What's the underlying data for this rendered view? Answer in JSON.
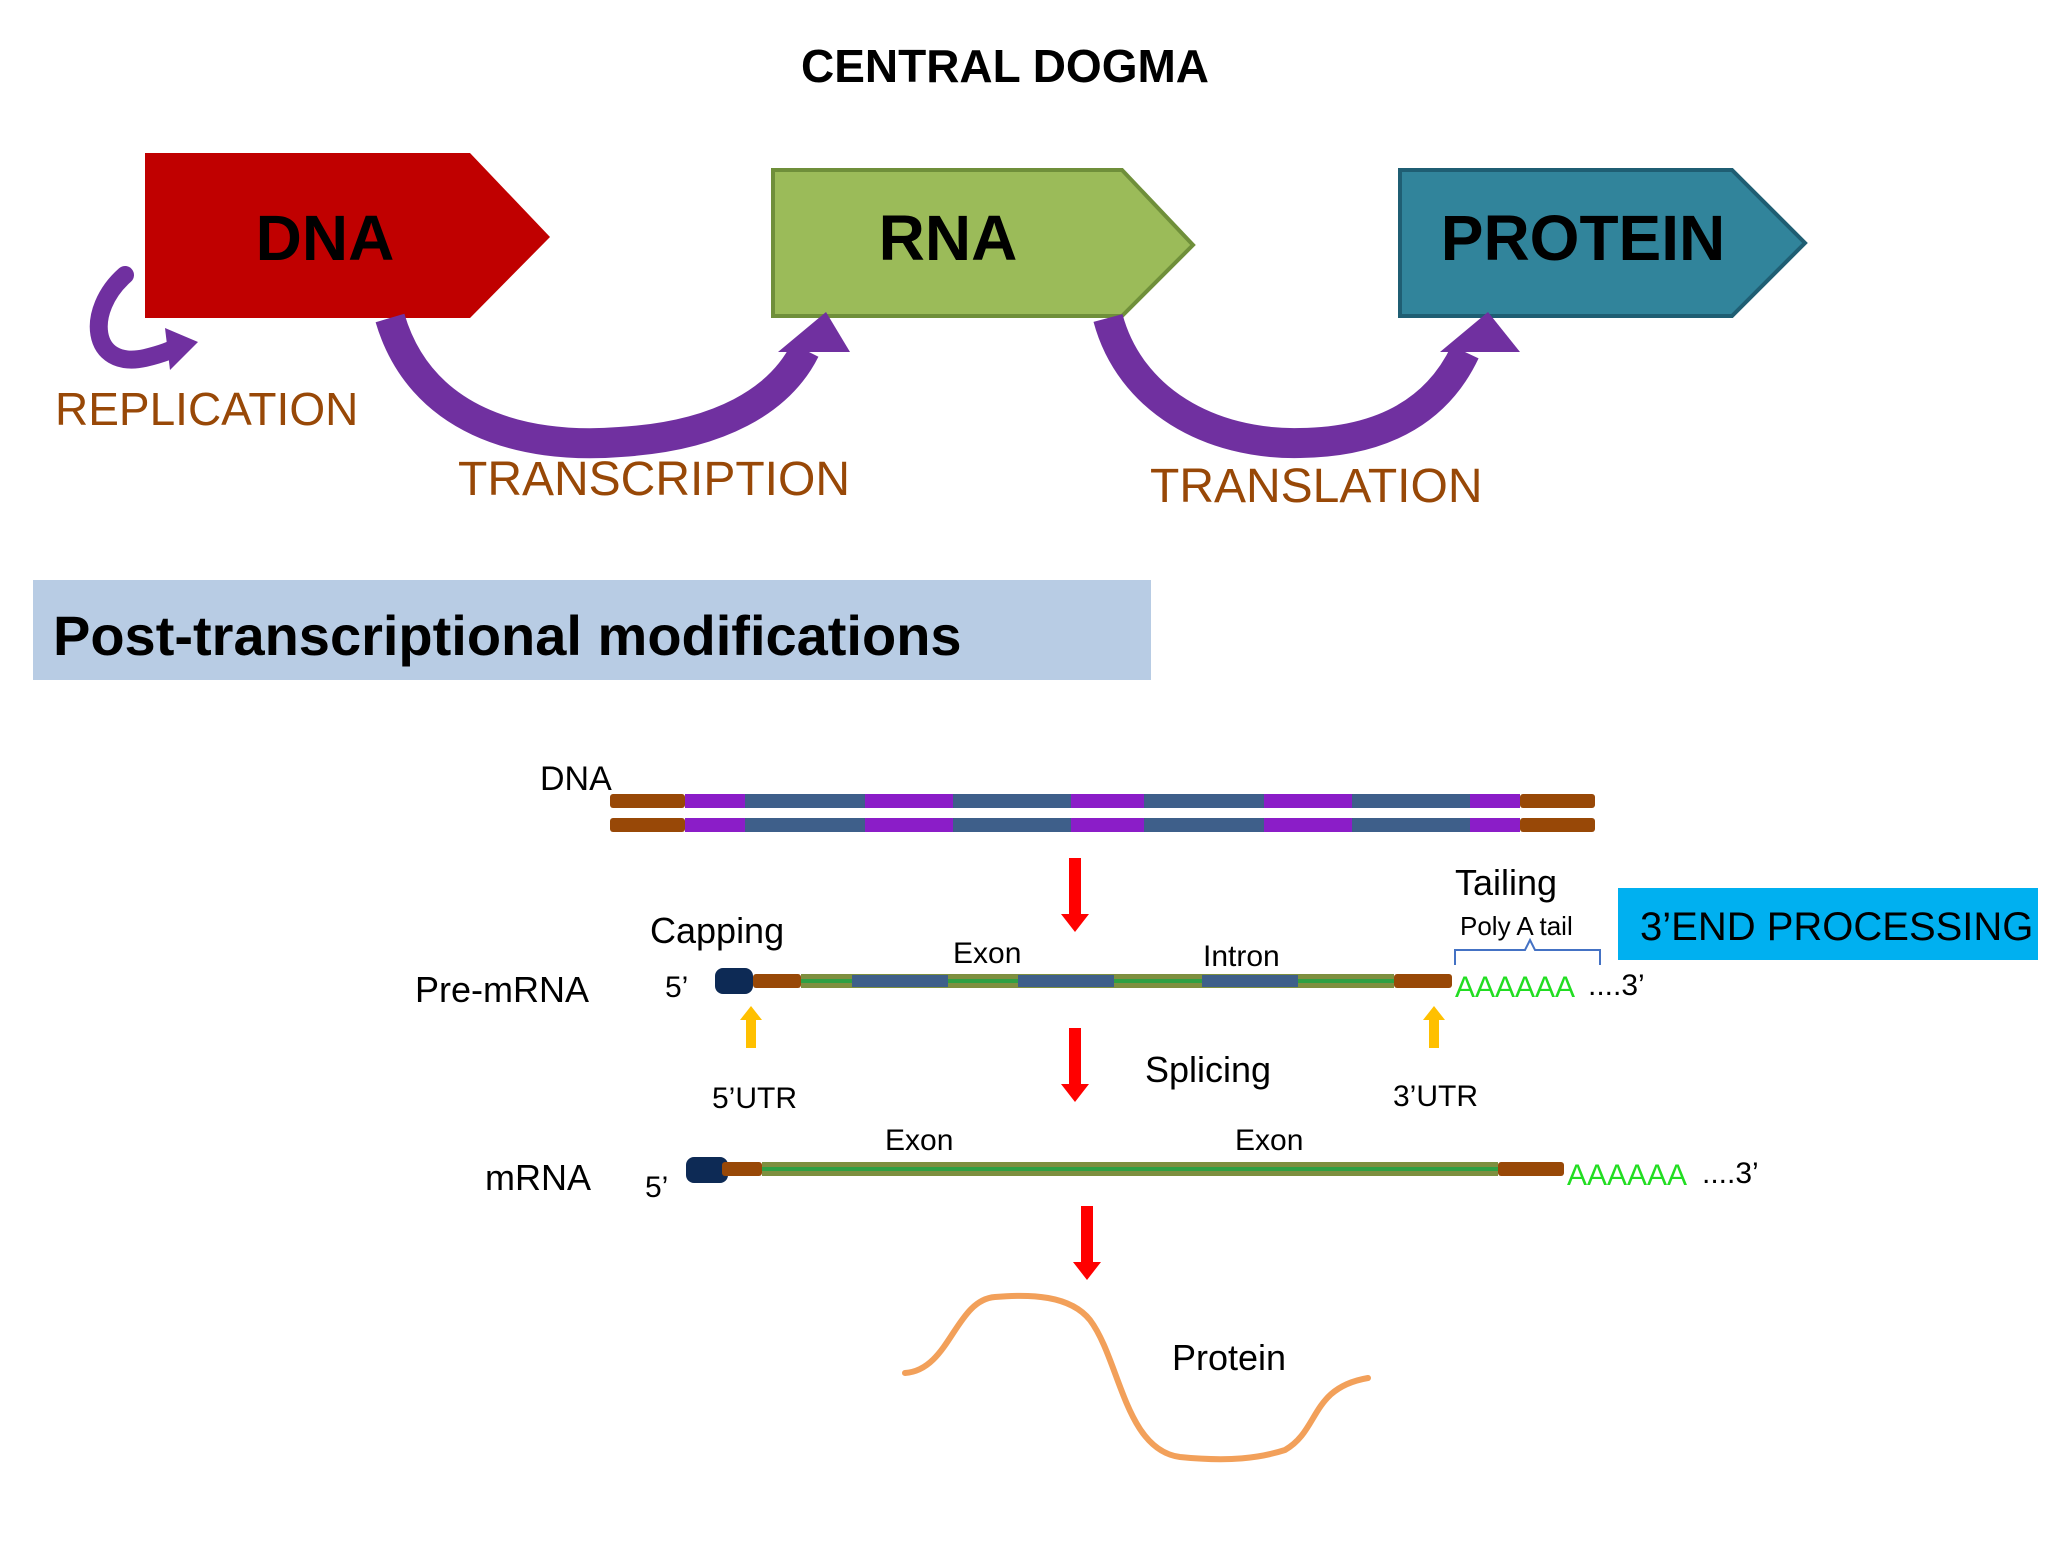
{
  "title": "CENTRAL DOGMA",
  "dogma": {
    "dna": "DNA",
    "rna": "RNA",
    "protein": "PROTEIN",
    "replication": "REPLICATION",
    "transcription": "TRANSCRIPTION",
    "translation": "TRANSLATION"
  },
  "section_title": "Post-transcriptional modifications",
  "labels": {
    "dna": "DNA",
    "tailing": "Tailing",
    "poly_a_tail": "Poly A tail",
    "end_processing": "3’END PROCESSING",
    "capping": "Capping",
    "exon_pre": "Exon",
    "intron": "Intron",
    "pre_mrna": "Pre-mRNA",
    "five_prime_pre": "5’",
    "poly_a_pre": "AAAAAA",
    "three_prime_pre": "....3’",
    "five_utr": "5’UTR",
    "splicing": "Splicing",
    "three_utr": "3’UTR",
    "exon_m1": "Exon",
    "exon_m2": "Exon",
    "mrna": "mRNA",
    "five_prime_m": "5’",
    "poly_a_m": "AAAAAA",
    "three_prime_m": "....3’",
    "protein": "Protein"
  },
  "colors": {
    "dna_box": "#C00000",
    "rna_box": "#9BBB59",
    "protein_box": "#31849B",
    "process_arrow": "#7030A0",
    "process_text": "#984807",
    "section_bg": "#B8CCE4",
    "end_processing_bg": "#00B0F0",
    "utr": "#984807",
    "intron_segment": "#8B1DC8",
    "exon_segment": "#3E5F8A",
    "mrna_line": "#2EA043",
    "poly_a": "#22DD22",
    "step_arrow": "#FF0000",
    "utr_arrow": "#FFC000",
    "cap": "#0D2A55",
    "protein_curve": "#F2A05A"
  }
}
